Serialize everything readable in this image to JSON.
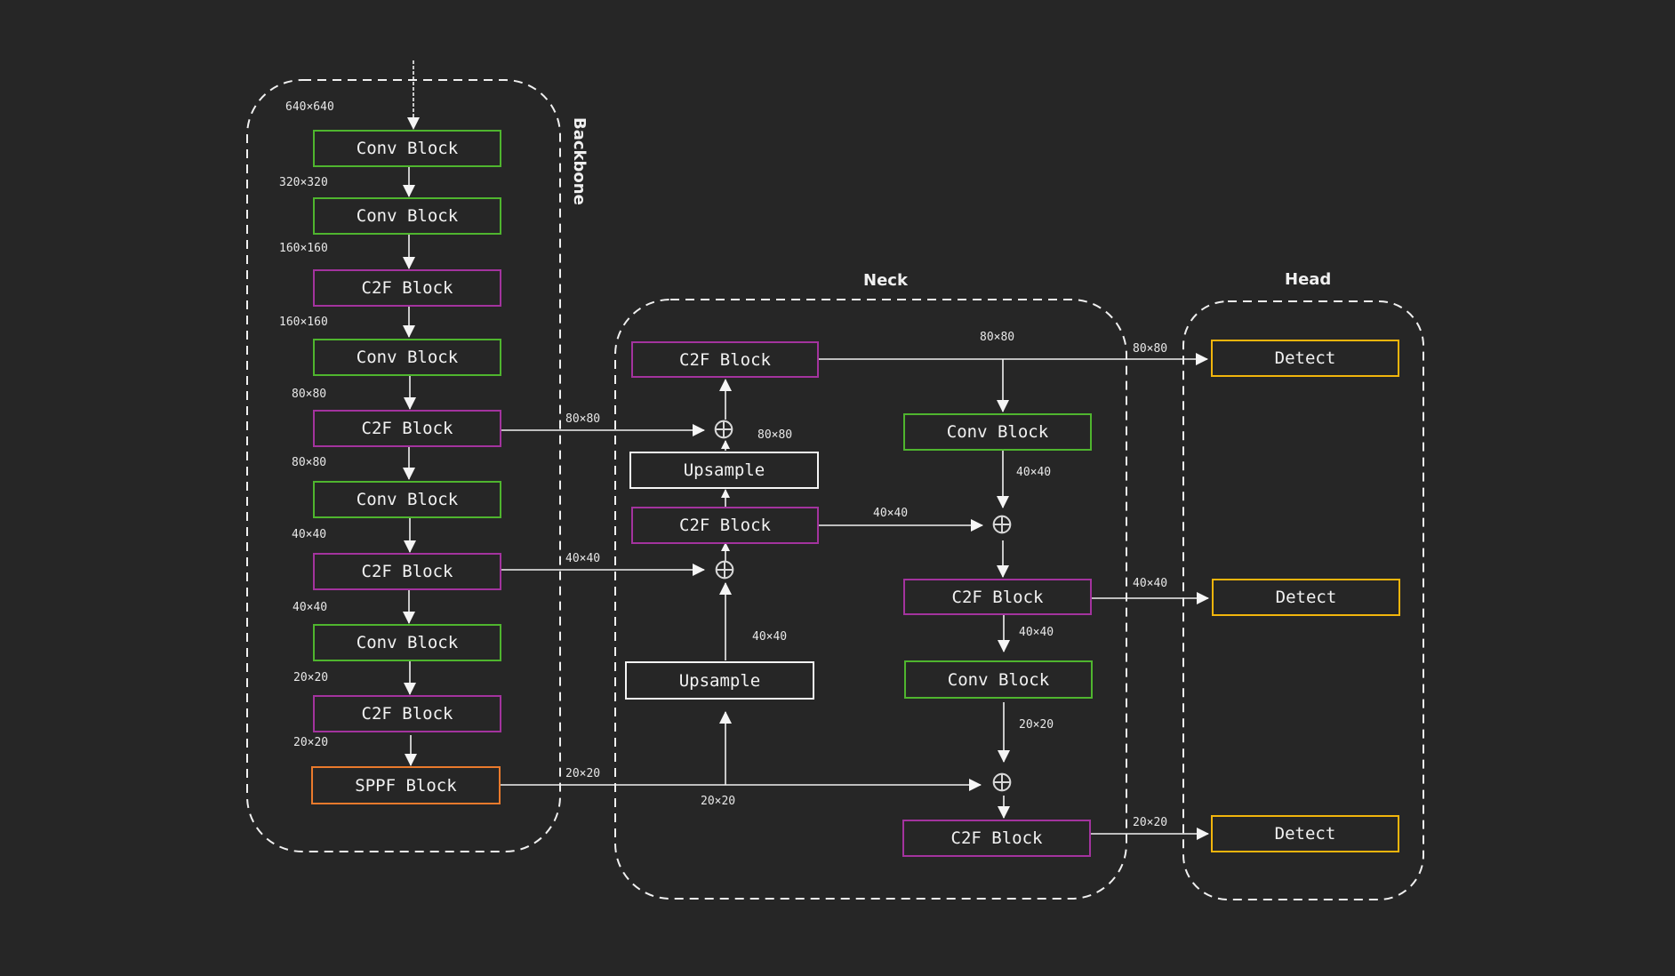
{
  "sections": {
    "backbone": "Backbone",
    "neck": "Neck",
    "head": "Head"
  },
  "colors": {
    "background": "#262626",
    "conv": "#4fb52e",
    "c2f": "#a3339e",
    "sppf": "#ea7a2c",
    "upsample": "#f5f5f5",
    "detect": "#f2b50c",
    "line": "#f0f0f0"
  },
  "backbone": {
    "input_dim": "640×640",
    "blocks": [
      {
        "label": "Conv Block",
        "type": "conv"
      },
      {
        "label": "Conv Block",
        "type": "conv"
      },
      {
        "label": "C2F Block",
        "type": "c2f"
      },
      {
        "label": "Conv Block",
        "type": "conv"
      },
      {
        "label": "C2F Block",
        "type": "c2f"
      },
      {
        "label": "Conv Block",
        "type": "conv"
      },
      {
        "label": "C2F Block",
        "type": "c2f"
      },
      {
        "label": "Conv Block",
        "type": "conv"
      },
      {
        "label": "C2F Block",
        "type": "c2f"
      },
      {
        "label": "SPPF Block",
        "type": "sppf"
      }
    ],
    "dims": [
      "320×320",
      "160×160",
      "160×160",
      "80×80",
      "80×80",
      "40×40",
      "40×40",
      "20×20",
      "20×20"
    ],
    "outputs": [
      "80×80",
      "40×40",
      "20×20"
    ]
  },
  "neck": {
    "left": {
      "c2f_top": "C2F Block",
      "upsample_top": "Upsample",
      "c2f_mid": "C2F Block",
      "upsample_bottom": "Upsample",
      "dim_upsample_top": "80×80",
      "dim_upsample_bottom": "40×40",
      "dim_sppf_split": "20×20"
    },
    "right": {
      "conv_top": "Conv Block",
      "c2f_mid": "C2F Block",
      "conv_bottom": "Conv Block",
      "c2f_bottom": "C2F Block",
      "dim_top_line": "80×80",
      "dim_conv_top_out": "40×40",
      "dim_c2f_mid_in": "40×40",
      "dim_c2f_mid_out": "40×40",
      "dim_conv_bottom_out": "20×20"
    }
  },
  "head": {
    "detects": [
      {
        "label": "Detect",
        "dim": "80×80"
      },
      {
        "label": "Detect",
        "dim": "40×40"
      },
      {
        "label": "Detect",
        "dim": "20×20"
      }
    ]
  }
}
